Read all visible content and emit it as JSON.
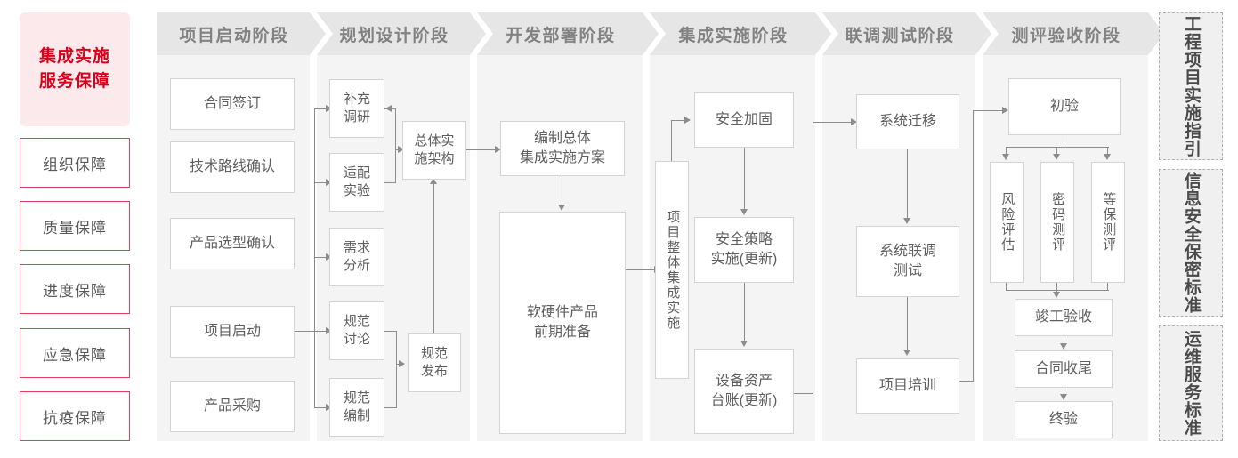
{
  "colors": {
    "brand_red": "#d9001b",
    "hero_bg": "#fce9ec",
    "guarantee_border": "#e2415c",
    "band_bg": "#f4f4f4",
    "band_header_bg": "#e6e6e6",
    "band_header_text": "#828282",
    "node_border": "#d3d3d3",
    "node_text": "#5e5e5e",
    "connector": "#8c8c8c",
    "standard_bg": "#f0f0f0",
    "standard_border": "#b0b0b0"
  },
  "left_column": {
    "hero": {
      "line1": "集成实施",
      "line2": "服务保障"
    },
    "items": [
      {
        "label": "组织保障"
      },
      {
        "label": "质量保障"
      },
      {
        "label": "进度保障"
      },
      {
        "label": "应急保障"
      },
      {
        "label": "抗疫保障"
      }
    ]
  },
  "phases": [
    {
      "id": "phase-start",
      "title": "项目启动阶段",
      "nodes": [
        {
          "label": "合同签订"
        },
        {
          "label": "技术路线确认"
        },
        {
          "label": "产品选型确认"
        },
        {
          "label": "项目启动"
        },
        {
          "label": "产品采购"
        }
      ]
    },
    {
      "id": "phase-plan",
      "title": "规划设计阶段",
      "nodes": [
        {
          "line1": "补充",
          "line2": "调研"
        },
        {
          "line1": "适配",
          "line2": "实验"
        },
        {
          "line1": "需求",
          "line2": "分析"
        },
        {
          "line1": "规范",
          "line2": "讨论"
        },
        {
          "line1": "规范",
          "line2": "编制"
        },
        {
          "line1": "总体实",
          "line2": "施架构"
        },
        {
          "line1": "规范",
          "line2": "发布"
        }
      ]
    },
    {
      "id": "phase-dev",
      "title": "开发部署阶段",
      "nodes": [
        {
          "line1": "编制总体",
          "line2": "集成实施方案"
        },
        {
          "line1": "软硬件产品",
          "line2": "前期准备"
        }
      ]
    },
    {
      "id": "phase-integration",
      "title": "集成实施阶段",
      "nodes": [
        {
          "label": "项目整体集成实施"
        },
        {
          "label": "安全加固"
        },
        {
          "line1": "安全策略",
          "line2": "实施(更新)"
        },
        {
          "line1": "设备资产",
          "line2": "台账(更新)"
        }
      ]
    },
    {
      "id": "phase-test",
      "title": "联调测试阶段",
      "nodes": [
        {
          "label": "系统迁移"
        },
        {
          "line1": "系统联调",
          "line2": "测试"
        },
        {
          "label": "项目培训"
        }
      ]
    },
    {
      "id": "phase-acceptance",
      "title": "测评验收阶段",
      "nodes": [
        {
          "label": "初验"
        },
        {
          "label": "风险评估"
        },
        {
          "label": "密码测评"
        },
        {
          "label": "等保测评"
        },
        {
          "label": "竣工验收"
        },
        {
          "label": "合同收尾"
        },
        {
          "label": "终验"
        }
      ]
    }
  ],
  "standards": [
    {
      "label": "工程项目实施指引"
    },
    {
      "label": "信息安全保密标准"
    },
    {
      "label": "运维服务标准"
    }
  ]
}
